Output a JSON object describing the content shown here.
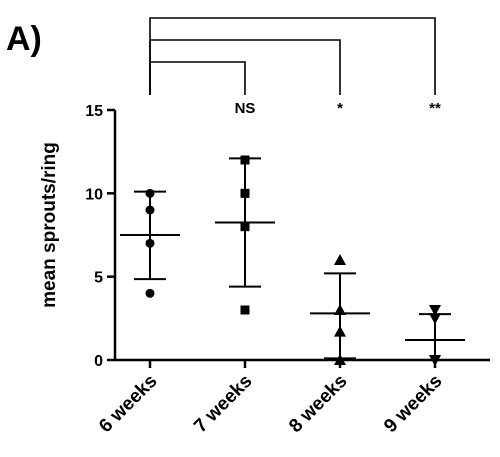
{
  "chart_data": {
    "type": "scatter",
    "panel_label": "A)",
    "ylabel": "mean sprouts/ring",
    "ylim": [
      0,
      15
    ],
    "yticks": [
      0,
      5,
      10,
      15
    ],
    "categories": [
      "6 weeks",
      "7 weeks",
      "8 weeks",
      "9 weeks"
    ],
    "groups": [
      {
        "category": "6 weeks",
        "marker": "circle",
        "points": [
          10,
          9,
          7,
          4
        ],
        "mean": 7.5,
        "sd_low": 4.85,
        "sd_high": 10.1
      },
      {
        "category": "7 weeks",
        "marker": "square",
        "points": [
          12,
          10,
          8,
          3
        ],
        "mean": 8.25,
        "sd_low": 4.4,
        "sd_high": 12.1
      },
      {
        "category": "8 weeks",
        "marker": "triangle-up",
        "points": [
          6,
          3,
          1.7,
          0
        ],
        "mean": 2.8,
        "sd_low": 0.1,
        "sd_high": 5.2
      },
      {
        "category": "9 weeks",
        "marker": "triangle-down",
        "points": [
          3,
          2.5,
          0,
          0
        ],
        "mean": 1.2,
        "sd_low": 0,
        "sd_high": 2.75
      }
    ],
    "comparisons": [
      {
        "from": "6 weeks",
        "to": "7 weeks",
        "label": "NS"
      },
      {
        "from": "6 weeks",
        "to": "8 weeks",
        "label": "*"
      },
      {
        "from": "6 weeks",
        "to": "9 weeks",
        "label": "**"
      }
    ],
    "grid": false,
    "legend": "none"
  }
}
